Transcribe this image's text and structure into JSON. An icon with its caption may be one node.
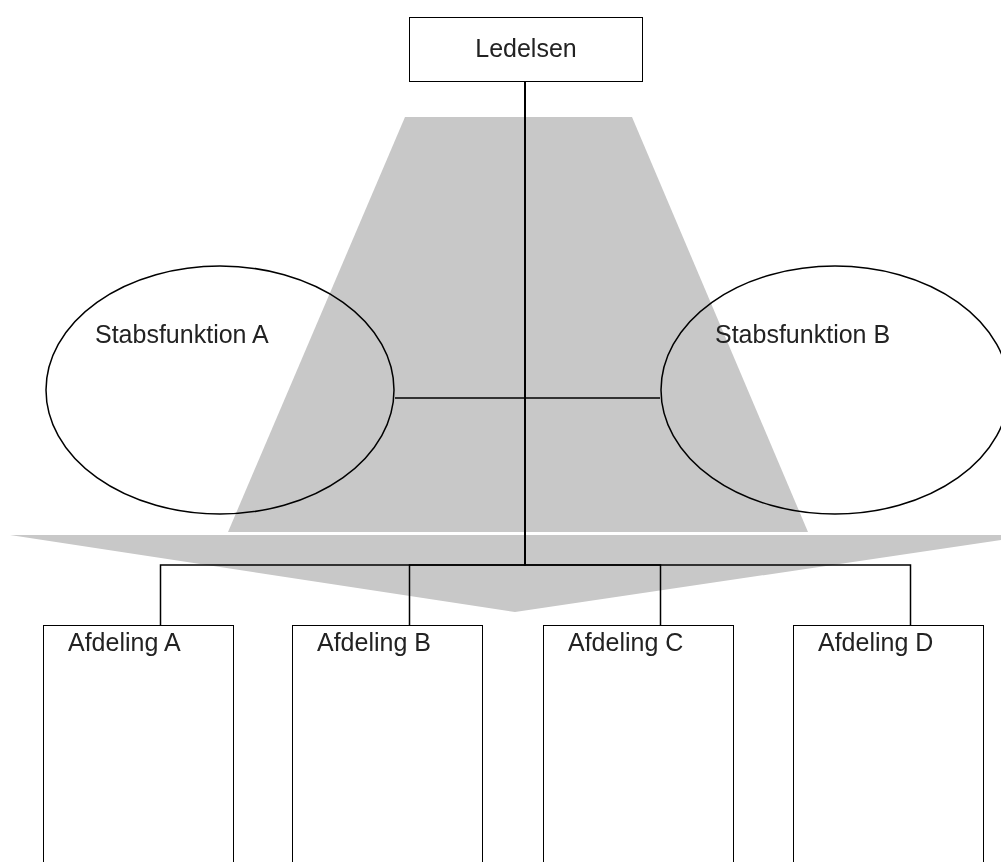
{
  "diagram": {
    "nodes": [
      {
        "text": [
          "Ledelsen"
        ]
      },
      {
        "text": [
          "Stabsfunktion A"
        ]
      },
      {
        "text": [
          "Stabsfunktion B"
        ]
      },
      {
        "text": [
          "Afdeling A"
        ]
      },
      {
        "text": [
          "Afdeling B"
        ]
      },
      {
        "text": [
          "Afdeling C"
        ]
      },
      {
        "text": [
          "Afdeling D"
        ]
      }
    ],
    "edges": [
      {
        "from": 0,
        "to": 1,
        "arrow": "none"
      },
      {
        "from": 0,
        "to": 2,
        "arrow": "none"
      },
      {
        "from": 0,
        "to": 3,
        "arrow": "none"
      },
      {
        "from": 0,
        "to": 4,
        "arrow": "none"
      },
      {
        "from": 0,
        "to": 5,
        "arrow": "none"
      },
      {
        "from": 0,
        "to": 6,
        "arrow": "none"
      }
    ]
  }
}
